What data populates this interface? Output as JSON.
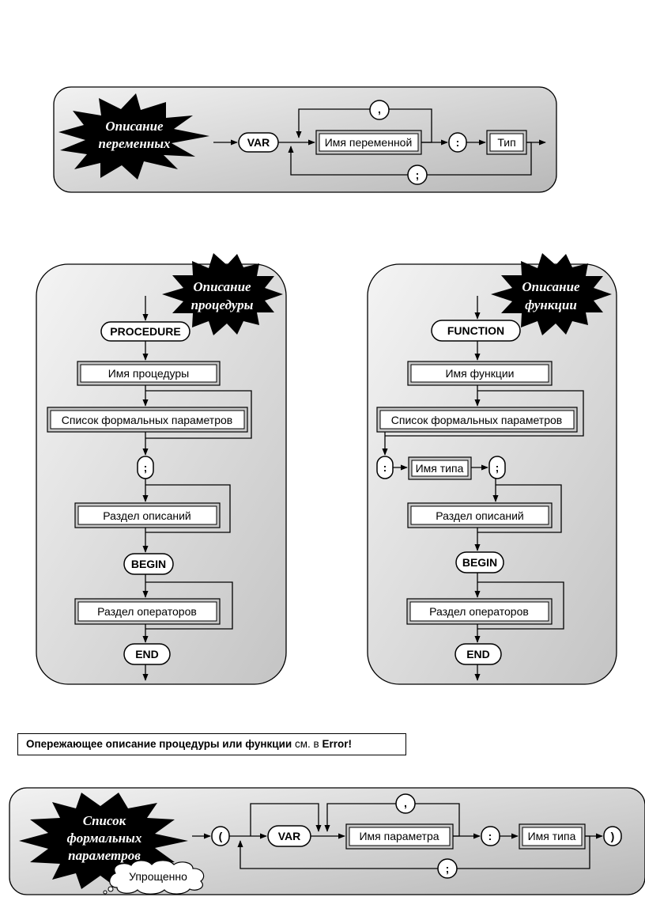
{
  "var_section": {
    "title_line1": "Описание",
    "title_line2": "переменных",
    "var": "VAR",
    "name": "Имя переменной",
    "comma": ",",
    "colon": ":",
    "type": "Тип",
    "semicolon": ";"
  },
  "procedure_section": {
    "title_line1": "Описание",
    "title_line2": "процедуры",
    "keyword": "PROCEDURE",
    "name": "Имя процедуры",
    "params": "Список формальных параметров",
    "semicolon": ";",
    "declarations": "Раздел описаний",
    "begin": "BEGIN",
    "statements": "Раздел операторов",
    "end": "END"
  },
  "function_section": {
    "title_line1": "Описание",
    "title_line2": "функции",
    "keyword": "FUNCTION",
    "name": "Имя функции",
    "params": "Список формальных параметров",
    "colon": ":",
    "type_name": "Имя типа",
    "semicolon": ";",
    "declarations": "Раздел описаний",
    "begin": "BEGIN",
    "statements": "Раздел операторов",
    "end": "END"
  },
  "note": {
    "bold_text": "Опережающее описание процедуры или функции",
    "normal_text": "см. в",
    "error_text": "Error!"
  },
  "params_section": {
    "title_line1": "Список",
    "title_line2": "формальных",
    "title_line3": "параметров",
    "lparen": "(",
    "var": "VAR",
    "comma": ",",
    "name": "Имя параметра",
    "colon": ":",
    "type_name": "Имя типа",
    "rparen": ")",
    "semicolon": ";",
    "cloud": "Упрощенно"
  }
}
